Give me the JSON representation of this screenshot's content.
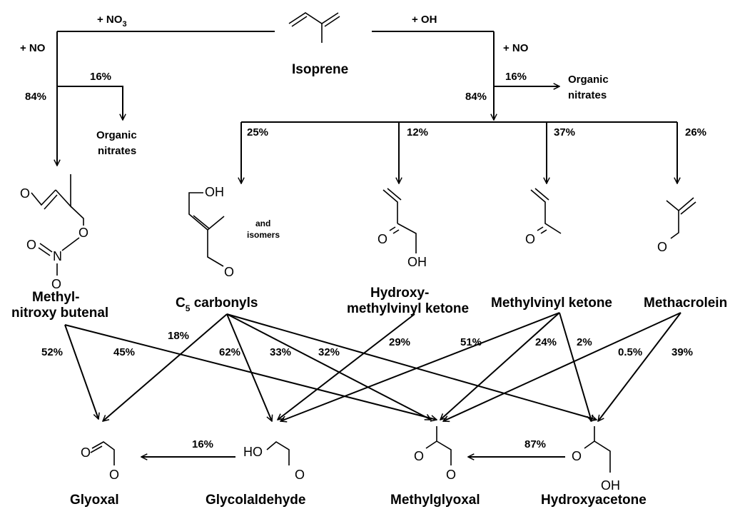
{
  "labels": {
    "plus_no3": "+ NO",
    "no3_sub": "3",
    "plus_no_left": "+ NO",
    "plus_oh": "+ OH",
    "plus_no_right": "+ NO",
    "isoprene": "Isoprene",
    "organic_nitrates": "Organic",
    "organic_nitrates_2": "nitrates",
    "and_isomers": "and",
    "and_isomers_2": "isomers",
    "oh_atom": "OH",
    "ho_atom": "HO",
    "o_atom": "O",
    "n_atom": "N"
  },
  "branches": {
    "left_84": "84%",
    "left_16": "16%",
    "right_84": "84%",
    "right_16": "16%",
    "c5_25": "25%",
    "hmvk_12": "12%",
    "mvk_37": "37%",
    "macr_26": "26%"
  },
  "species": {
    "methylnitroxy_1": "Methyl-",
    "methylnitroxy_2": "nitroxy butenal",
    "c5_main": "C",
    "c5_sub": "5",
    "c5_rest": " carbonyls",
    "hmvk_1": "Hydroxy-",
    "hmvk_2": "methylvinyl ketone",
    "mvk": "Methylvinyl ketone",
    "macr": "Methacrolein",
    "glyoxal": "Glyoxal",
    "glycolaldehyde": "Glycolaldehyde",
    "methylglyoxal": "Methylglyoxal",
    "hydroxyacetone": "Hydroxyacetone"
  },
  "yields": {
    "mnb_glyoxal": "52%",
    "mnb_methylglyoxal": "45%",
    "c5_glyoxal": "18%",
    "c5_glycolaldehyde": "62%",
    "c5_methylglyoxal": "33%",
    "c5_hydroxyacetone": "32%",
    "hmvk_glycolaldehyde": "29%",
    "mvk_glycolaldehyde": "51%",
    "mvk_methylglyoxal": "24%",
    "mvk_hydroxyacetone": "2%",
    "macr_methylglyoxal": "0.5%",
    "macr_hydroxyacetone": "39%",
    "glycolaldehyde_glyoxal": "16%",
    "hydroxyacetone_methylglyoxal": "87%"
  }
}
